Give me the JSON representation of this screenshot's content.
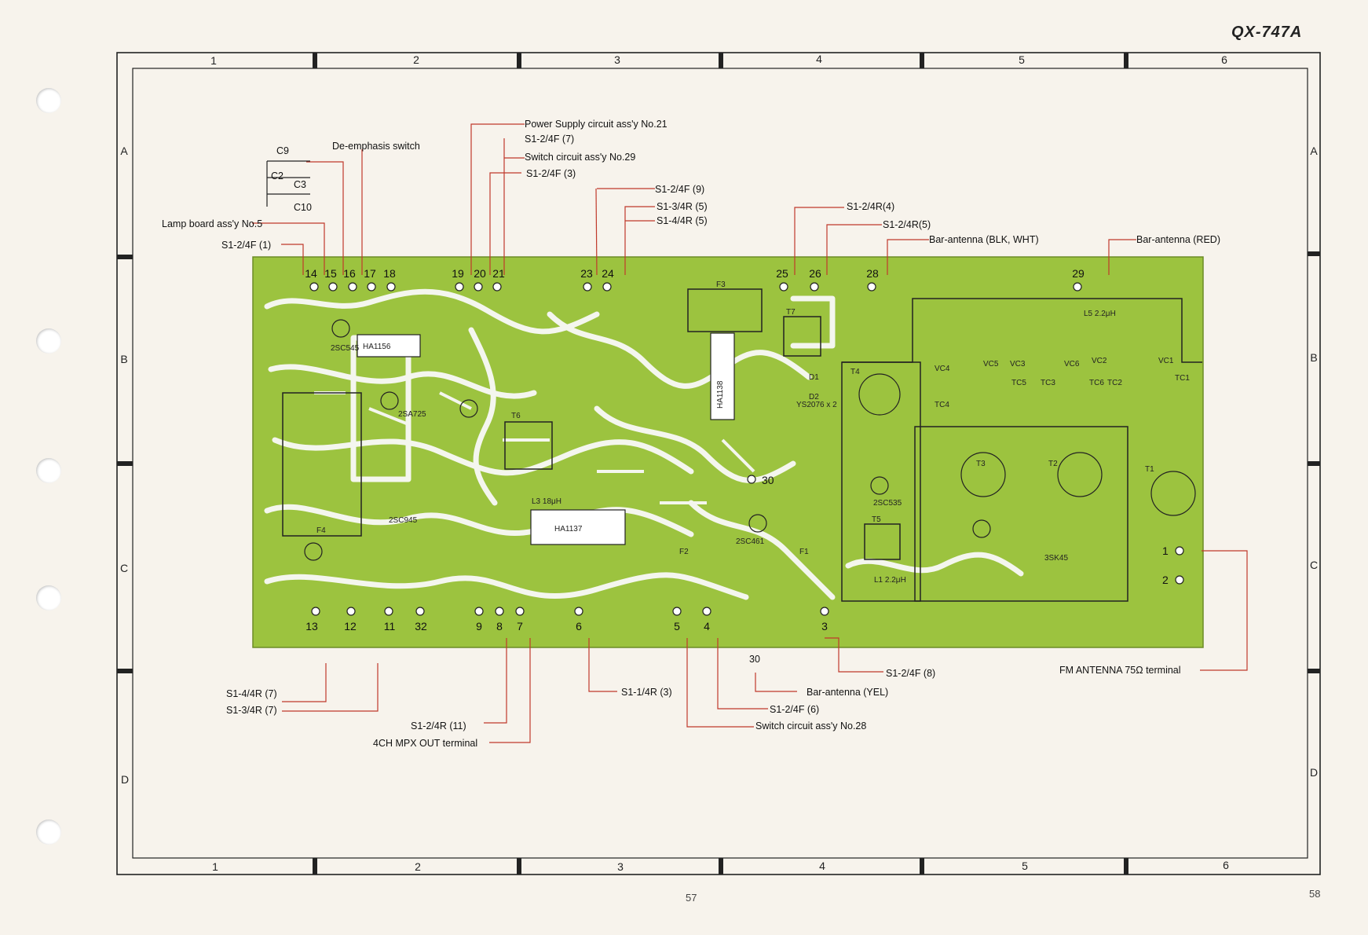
{
  "model": "QX-747A",
  "page_left": "57",
  "page_right": "58",
  "grid": {
    "columns": [
      "1",
      "2",
      "3",
      "4",
      "5",
      "6"
    ],
    "rows": [
      "A",
      "B",
      "C",
      "D"
    ]
  },
  "callouts": {
    "power_supply": "Power Supply circuit ass'y No.21",
    "s1_2_4f_7": "S1-2/4F (7)",
    "switch_29": "Switch circuit ass'y No.29",
    "s1_2_4f_3": "S1-2/4F (3)",
    "s1_2_4f_9": "S1-2/4F (9)",
    "s1_3_4r_5": "S1-3/4R (5)",
    "s1_4_4r_5": "S1-4/4R (5)",
    "s1_2_4r_4": "S1-2/4R(4)",
    "s1_2_4r_5": "S1-2/4R(5)",
    "bar_blk_wht": "Bar-antenna (BLK, WHT)",
    "bar_red": "Bar-antenna (RED)",
    "de_emphasis": "De-emphasis switch",
    "c9": "C9",
    "c2": "C2",
    "c3": "C3",
    "c10": "C10",
    "lamp_board": "Lamp board ass'y No.5",
    "s1_2_4f_1": "S1-2/4F (1)",
    "s1_4_4r_7": "S1-4/4R (7)",
    "s1_3_4r_7": "S1-3/4R (7)",
    "s1_2_4r_11": "S1-2/4R (11)",
    "mpx_out": "4CH MPX OUT terminal",
    "s1_1_4r_3": "S1-1/4R (3)",
    "s1_2_4f_6": "S1-2/4F (6)",
    "switch_28": "Switch circuit ass'y No.28",
    "bar_yel": "Bar-antenna (YEL)",
    "s1_2_4f_8": "S1-2/4F (8)",
    "fm_antenna": "FM ANTENNA 75Ω terminal",
    "t30": "30"
  },
  "terminals_top": [
    "14",
    "15",
    "16",
    "17",
    "18",
    "19",
    "20",
    "21",
    "23",
    "24",
    "25",
    "26",
    "28",
    "29"
  ],
  "terminals_bottom": [
    "13",
    "12",
    "11",
    "32",
    "9",
    "8",
    "7",
    "6",
    "5",
    "4",
    "3"
  ],
  "terminals_right": [
    "1",
    "2"
  ],
  "board_labels": [
    "HA1156",
    "HA1137",
    "HA1138",
    "2SC545",
    "2SA725",
    "2SC945",
    "2SC535",
    "2SC461",
    "3SK45",
    "YS2076 x 2",
    "T1",
    "T2",
    "T3",
    "T4",
    "T5",
    "T6",
    "T7",
    "F1",
    "F2",
    "F3",
    "F4",
    "L1 2.2μH",
    "L3 18μH",
    "L5 2.2μH",
    "VC1",
    "VC2",
    "VC3",
    "VC4",
    "VC5",
    "VC6",
    "TC1",
    "TC2",
    "TC3",
    "TC4",
    "TC5",
    "TC6",
    "D1",
    "D2"
  ],
  "colors": {
    "board": "#9cc33f",
    "trace": "#f4f6ee",
    "callout_line": "#c0392b",
    "frame": "#222222",
    "paper": "#f7f3ec"
  }
}
